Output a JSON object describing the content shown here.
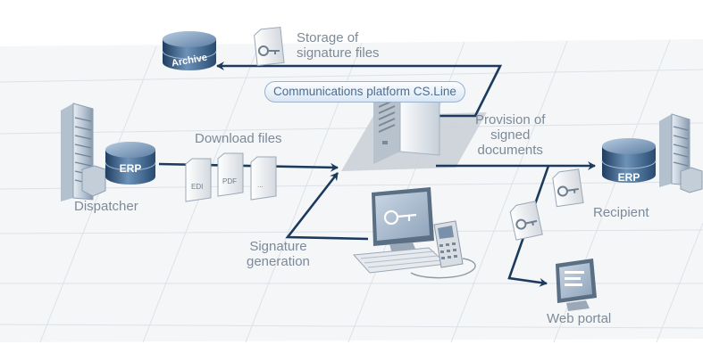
{
  "labels": {
    "storage": "Storage of\nsignature files",
    "platform": "Communications platform CS.Line",
    "download": "Download files",
    "dispatcher": "Dispatcher",
    "provision": "Provision of\nsigned\ndocuments",
    "recipient": "Recipient",
    "signature_generation": "Signature\ngeneration",
    "web_portal": "Web portal"
  },
  "db_labels": {
    "archive": "Archive",
    "erp_left": "ERP",
    "erp_right": "ERP"
  },
  "doc_labels": {
    "edi": "EDI",
    "pdf": "PDF",
    "other": "..."
  },
  "colors": {
    "arrow": "#1b3a5c",
    "text": "#7d8a99",
    "db_dark": "#2e5278",
    "db_light": "#6b8eb3",
    "grid": "#dde2e8",
    "floor": "#f1f3f6"
  }
}
